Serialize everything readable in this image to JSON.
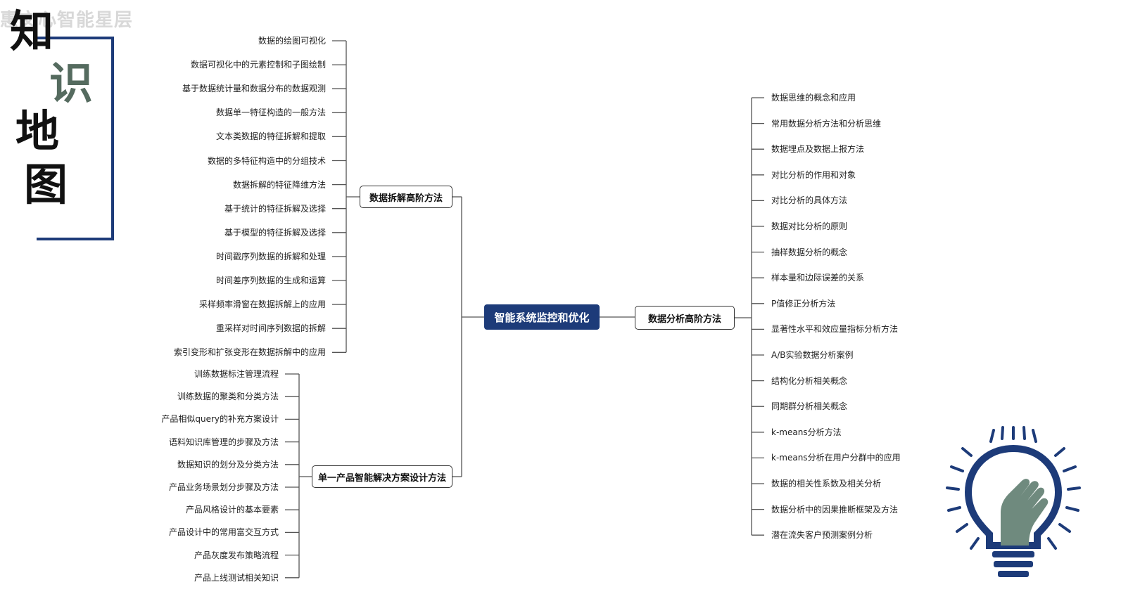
{
  "watermark": "惠文心智能星层",
  "title_chars": [
    "知",
    "识",
    "地",
    "图"
  ],
  "root": "智能系统监控和优化",
  "branches": {
    "left_top": {
      "label": "数据拆解高阶方法",
      "items": [
        "数据的绘图可视化",
        "数据可视化中的元素控制和子图绘制",
        "基于数据统计量和数据分布的数据观测",
        "数据单一特征构造的一般方法",
        "文本类数据的特征拆解和提取",
        "数据的多特征构造中的分组技术",
        "数据拆解的特征降维方法",
        "基于统计的特征拆解及选择",
        "基于模型的特征拆解及选择",
        "时间戳序列数据的拆解和处理",
        "时间差序列数据的生成和运算",
        "采样频率滑窗在数据拆解上的应用",
        "重采样对时间序列数据的拆解",
        "索引变形和扩张变形在数据拆解中的应用"
      ]
    },
    "left_bottom": {
      "label": "单一产品智能解决方案设计方法",
      "items": [
        "训练数据标注管理流程",
        "训练数据的聚类和分类方法",
        "产品相似query的补充方案设计",
        "语料知识库管理的步骤及方法",
        "数据知识的划分及分类方法",
        "产品业务场景划分步骤及方法",
        "产品风格设计的基本要素",
        "产品设计中的常用富交互方式",
        "产品灰度发布策略流程",
        "产品上线测试相关知识"
      ]
    },
    "right": {
      "label": "数据分析高阶方法",
      "items": [
        "数据思维的概念和应用",
        "常用数据分析方法和分析思维",
        "数据埋点及数据上报方法",
        "对比分析的作用和对象",
        "对比分析的具体方法",
        "数据对比分析的原则",
        "抽样数据分析的概念",
        "样本量和边际误差的关系",
        "P值修正分析方法",
        "显著性水平和效应量指标分析方法",
        "A/B实验数据分析案例",
        "结构化分析相关概念",
        "同期群分析相关概念",
        "k-means分析方法",
        "k-means分析在用户分群中的应用",
        "数据的相关性系数及相关分析",
        "数据分析中的因果推断框架及方法",
        "潜在流失客户预测案例分析"
      ]
    }
  },
  "icon": "lightbulb-hand-icon",
  "colors": {
    "accent": "#1d3b79",
    "hand": "#6f8a7e",
    "line": "#555555"
  }
}
